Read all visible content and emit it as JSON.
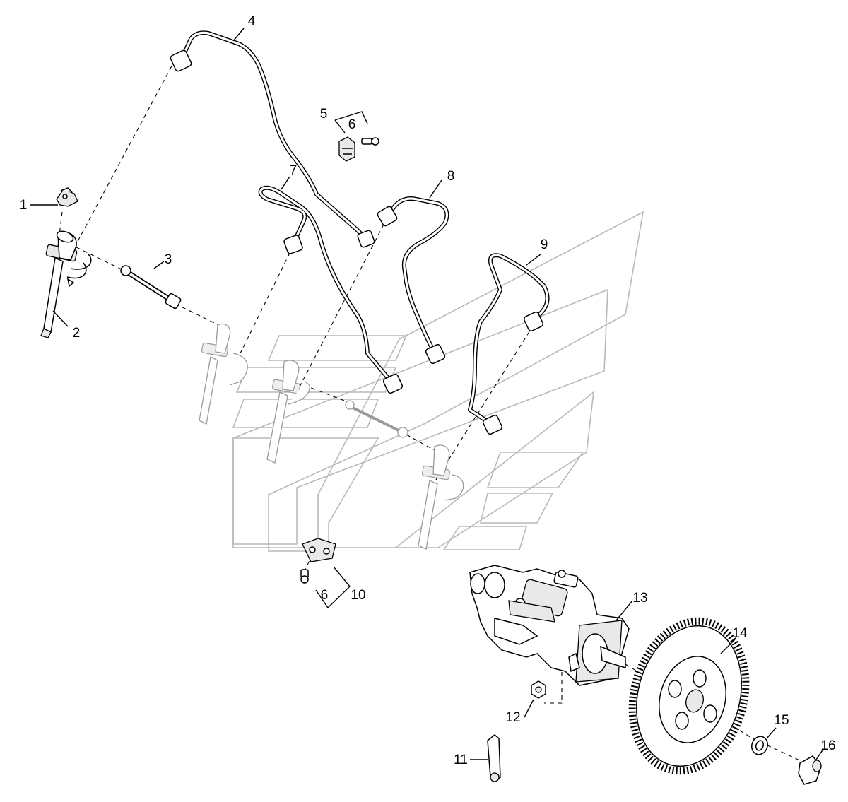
{
  "callouts": [
    {
      "id": "1",
      "text": "1"
    },
    {
      "id": "2",
      "text": "2"
    },
    {
      "id": "3",
      "text": "3"
    },
    {
      "id": "4",
      "text": "4"
    },
    {
      "id": "5",
      "text": "5"
    },
    {
      "id": "6a",
      "text": "6"
    },
    {
      "id": "7",
      "text": "7"
    },
    {
      "id": "8",
      "text": "8"
    },
    {
      "id": "9",
      "text": "9"
    },
    {
      "id": "6b",
      "text": "6"
    },
    {
      "id": "10",
      "text": "10"
    },
    {
      "id": "11",
      "text": "11"
    },
    {
      "id": "12",
      "text": "12"
    },
    {
      "id": "13",
      "text": "13"
    },
    {
      "id": "14",
      "text": "14"
    },
    {
      "id": "15",
      "text": "15"
    },
    {
      "id": "16",
      "text": "16"
    }
  ]
}
